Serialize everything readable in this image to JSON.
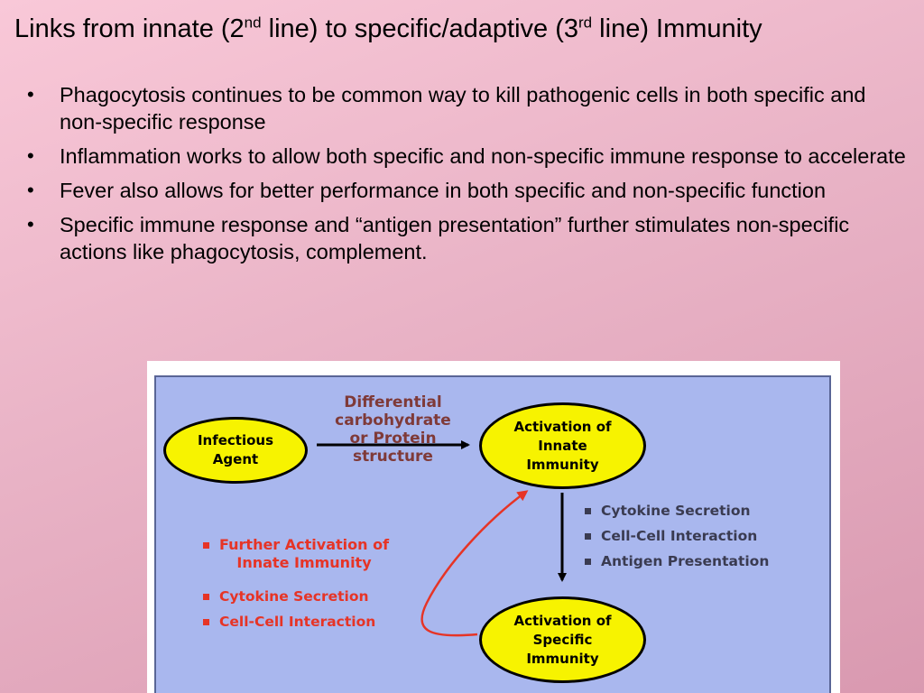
{
  "title": {
    "part1": "Links from innate (2",
    "sup1": "nd",
    "part2": " line) to  specific/adaptive (3",
    "sup2": "rd",
    "part3": " line) Immunity"
  },
  "bullets": [
    "Phagocytosis continues to be common way to kill pathogenic cells in both specific and non-specific response",
    "Inflammation works to allow both specific and non-specific immune response to accelerate",
    "Fever also allows for better performance in both specific and non-specific function",
    "Specific immune response and “antigen presentation” further stimulates non-specific actions like phagocytosis, complement."
  ],
  "bullet_glyph": "•",
  "diagram": {
    "infectious_agent": "Infectious\nAgent",
    "differential_label": "Differential\ncarbohydrate\nor Protein\nstructure",
    "innate_activation": "Activation of\nInnate\nImmunity",
    "specific_activation": "Activation of\nSpecific\nImmunity",
    "right_list": [
      "Cytokine Secretion",
      "Cell-Cell Interaction",
      "Antigen Presentation"
    ],
    "further_activation": "Further Activation of\nInnate Immunity",
    "left_list": [
      "Cytokine Secretion",
      "Cell-Cell Interaction"
    ],
    "colors": {
      "panel": "#a9b7ee",
      "ellipse": "#f7f300",
      "dark_label": "#7f3a38",
      "red": "#e63426"
    }
  }
}
